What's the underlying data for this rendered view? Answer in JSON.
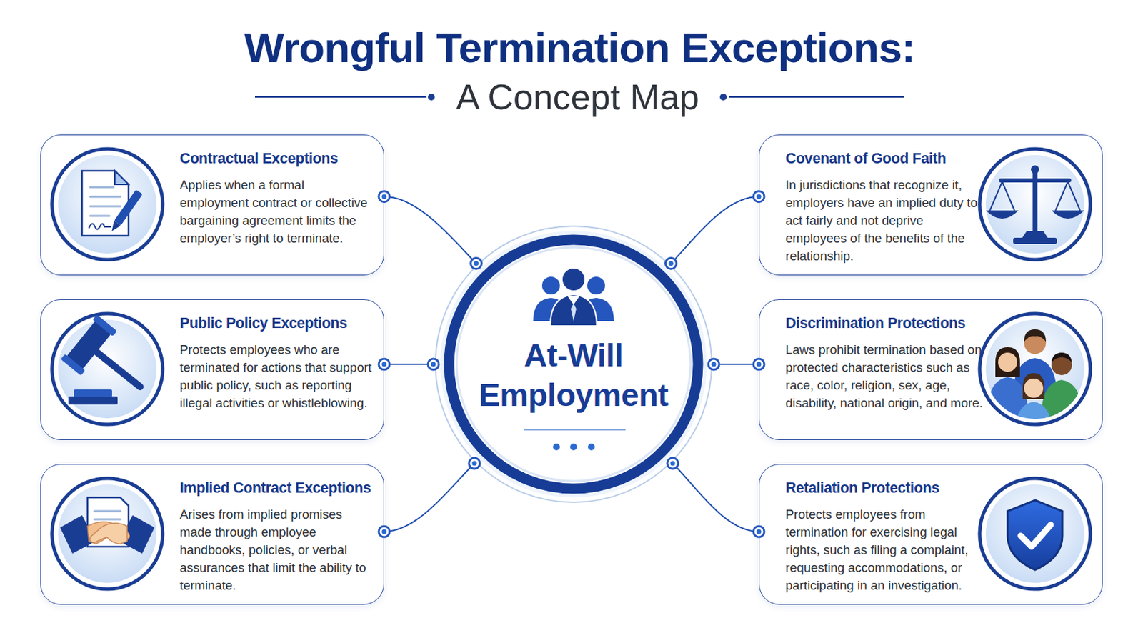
{
  "diagram": {
    "title": "Wrongful Termination Exceptions:",
    "nodes": [
      {
        "text": [
          "Contractual Exceptions",
          "Applies when a formal employment contract or collective bargaining agreement limits the employer’s right to terminate."
        ]
      },
      {
        "text": [
          "Covenant of Good Faith",
          "In jurisdictions that recognize it, employers have an implied duty to act fairly and not deprive employees of the benefits of the relationship."
        ]
      },
      {
        "text": [
          "Public Policy Exceptions",
          "Protects employees who are terminated for actions that support public policy, such as reporting illegal activities or whistleblowing."
        ]
      },
      {
        "text": [
          "At-Will Employment"
        ]
      },
      {
        "text": [
          "Discrimination Protections",
          "Laws prohibit termination based on protected characteristics such as race, color, religion, sex, age, disability, national origin, and more."
        ]
      },
      {
        "text": [
          "Implied Contract Exceptions",
          "Arises from implied promises made through employee handbooks, policies, or verbal assurances that limit the ability to terminate."
        ]
      },
      {
        "text": [
          "Retaliation Protections",
          "Protects employees from termination for exercising legal rights, such as filing a complaint, requesting accommodations, or participating in an investigation."
        ]
      }
    ],
    "edges": [
      {
        "from": 3,
        "to": 0,
        "arrow": "none"
      },
      {
        "from": 3,
        "to": 1,
        "arrow": "none"
      },
      {
        "from": 3,
        "to": 2,
        "arrow": "none"
      },
      {
        "from": 3,
        "to": 4,
        "arrow": "none"
      },
      {
        "from": 3,
        "to": 5,
        "arrow": "none"
      },
      {
        "from": 3,
        "to": 6,
        "arrow": "none"
      }
    ],
    "labels": [
      "A Concept Map"
    ]
  }
}
